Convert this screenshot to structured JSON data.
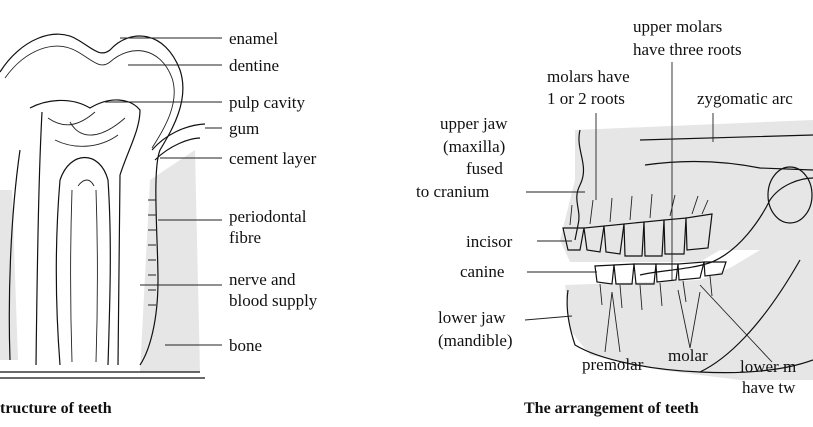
{
  "left_panel": {
    "caption": "tructure of teeth",
    "labels": {
      "enamel": "enamel",
      "dentine": "dentine",
      "pulp_cavity": "pulp cavity",
      "gum": "gum",
      "cement_layer": "cement layer",
      "periodontal_1": "periodontal",
      "periodontal_2": "fibre",
      "nerve_1": "nerve and",
      "nerve_2": "blood supply",
      "bone": "bone"
    }
  },
  "right_panel": {
    "caption": "The arrangement of teeth",
    "labels": {
      "upper_molars_1": "upper molars",
      "upper_molars_2": "have three roots",
      "molars_roots_1": "molars have",
      "molars_roots_2": "1 or 2 roots",
      "zygomatic": "zygomatic arc",
      "upper_jaw_1": "upper jaw",
      "upper_jaw_2": "(maxilla)",
      "upper_jaw_3": "fused",
      "upper_jaw_4": "to cranium",
      "incisor": "incisor",
      "canine": "canine",
      "lower_jaw_1": "lower jaw",
      "lower_jaw_2": "(mandible)",
      "premolar": "premolar",
      "molar": "molar",
      "lower_molars_1": "lower m",
      "lower_molars_2": "have tw"
    }
  }
}
